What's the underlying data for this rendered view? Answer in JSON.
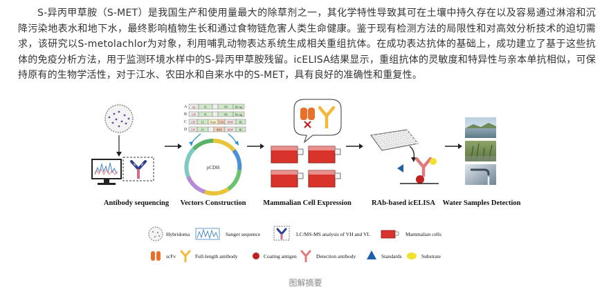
{
  "abstract": {
    "text": "S-异丙甲草胺（S-MET）是我国生产和使用量最大的除草剂之一，其化学特性导致其可在土壤中持久存在以及容易通过淋溶和沉降污染地表水和地下水，最终影响植物生长和通过食物链危害人类生命健康。鉴于现有检测方法的局限性和对高效分析技术的迫切需求，该研究以S-metolachlor为对象，利用哺乳动物表达系统生成相关重组抗体。在成功表达抗体的基础上，成功建立了基于这些抗体的免疫分析方法，用于监测环境水样中的S-异丙甲草胺残留。icELISA结果显示，重组抗体的灵敏度和特异性与亲本单抗相似，可保持原有的生物学活性，对于江水、农田水和自来水中的S-MET，具有良好的准确性和重复性。"
  },
  "figure": {
    "steps": [
      {
        "label": "Antibody sequencing"
      },
      {
        "label": "Vectors Construction"
      },
      {
        "label": "Mammalian Cell Expression"
      },
      {
        "label": "RAb-based icELISA"
      },
      {
        "label": "Water Samples Detection"
      }
    ],
    "plasmid_label": "pCDH",
    "vector_rows": [
      {
        "letter": "A",
        "parts": [
          "ssp",
          "VL",
          "",
          "VH",
          "His tag"
        ]
      },
      {
        "letter": "B",
        "parts": [
          "LSP",
          "VL",
          "",
          "VH",
          "His tag"
        ]
      },
      {
        "letter": "C",
        "parts": [
          "LSP",
          "LC",
          "Furin",
          "T2A",
          "HSSP",
          "HC"
        ]
      },
      {
        "letter": "D",
        "parts": [
          "LSP",
          "LC",
          "",
          "IRES",
          "HSSP",
          "HC"
        ]
      }
    ],
    "legend": [
      {
        "label": "Hybridoma",
        "icon": "hybridoma-icon"
      },
      {
        "label": "Sanger sequence",
        "icon": "sanger-sequence-icon"
      },
      {
        "label": "LC/MS-MS analysis of VH and VL",
        "icon": "lcms-antibody-icon"
      },
      {
        "label": "Mammalian cells",
        "icon": "mammalian-cells-icon"
      },
      {
        "label": "scFv",
        "icon": "scfv-icon"
      },
      {
        "label": "Full-length antibody",
        "icon": "full-length-antibody-icon"
      },
      {
        "label": "Coating antigen",
        "icon": "coating-antigen-icon"
      },
      {
        "label": "Detection antibody",
        "icon": "detection-antibody-icon"
      },
      {
        "label": "Standards",
        "icon": "standards-icon"
      },
      {
        "label": "Substrate",
        "icon": "substrate-icon"
      }
    ],
    "caption": "图解摘要",
    "colors": {
      "flask_red": "#d9332c",
      "scfv_orange": "#e8702a",
      "antibody_yellow": "#f4b93c",
      "detection_pink": "#e07b7b",
      "standards_blue": "#1f5fa8",
      "substrate_yellow": "#f2e12a",
      "coating_red": "#c21f1f"
    }
  }
}
